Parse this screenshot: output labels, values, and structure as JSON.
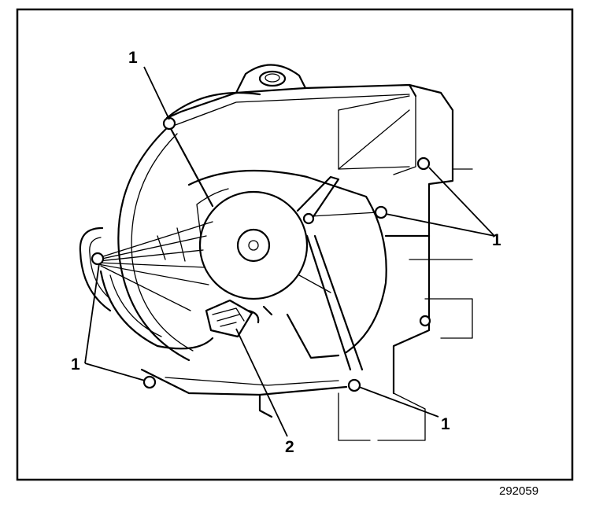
{
  "figure": {
    "id": "292059",
    "callouts": [
      {
        "key": "c1a",
        "text": "1"
      },
      {
        "key": "c1b",
        "text": "1"
      },
      {
        "key": "c1c",
        "text": "1"
      },
      {
        "key": "c1d",
        "text": "1"
      },
      {
        "key": "c2",
        "text": "2"
      }
    ]
  }
}
